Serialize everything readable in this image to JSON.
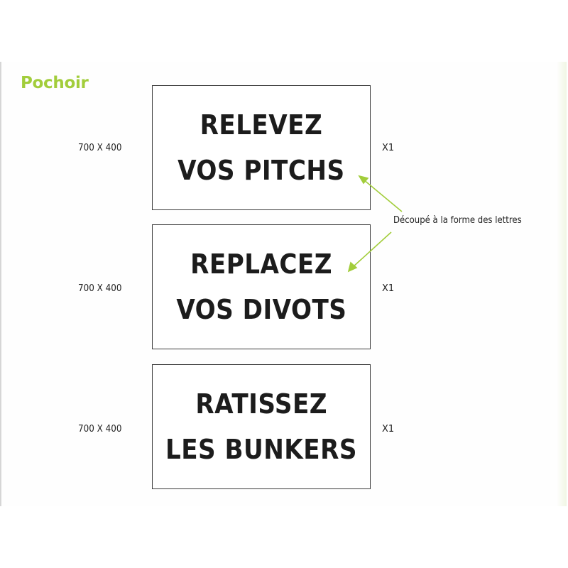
{
  "title": "Pochoir",
  "accent_color": "#a2cd3b",
  "annotation": {
    "label": "Découpé à la forme des lettres",
    "arrow_color": "#a2cd3b"
  },
  "signs": [
    {
      "lines": [
        "RELEVEZ",
        "VOS PITCHS"
      ],
      "dimensions": "700 X 400",
      "quantity": "X1"
    },
    {
      "lines": [
        "REPLACEZ",
        "VOS DIVOTS"
      ],
      "dimensions": "700 X 400",
      "quantity": "X1"
    },
    {
      "lines": [
        "RATISSEZ",
        "LES BUNKERS"
      ],
      "dimensions": "700 X 400",
      "quantity": "X1"
    }
  ]
}
